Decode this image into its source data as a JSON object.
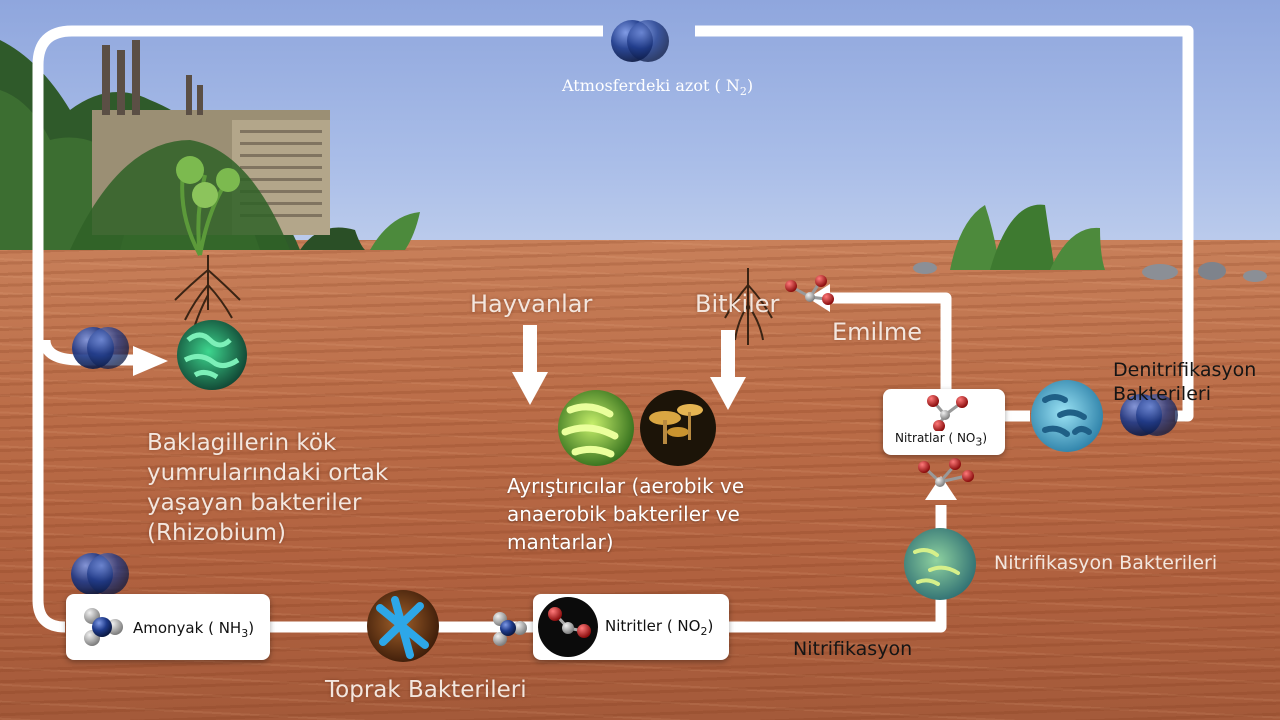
{
  "atmosphere": {
    "label": "Atmosferdeki azot ( N",
    "subscript": "2",
    "close": ")"
  },
  "rhizobium": {
    "label": "Baklagillerin kök yumrularındaki ortak yaşayan bakteriler (Rhizobium)"
  },
  "animals": {
    "label": "Hayvanlar"
  },
  "plants": {
    "label": "Bitkiler"
  },
  "absorption": {
    "label": "Emilme"
  },
  "decomposers": {
    "label": "Ayrıştırıcılar (aerobik ve anaerobik bakteriler ve mantarlar)"
  },
  "denitrification": {
    "label": "Denitrifikasyon Bakterileri"
  },
  "nitrates": {
    "label": "Nitratlar ( NO",
    "subscript": "3",
    "close": ")"
  },
  "nitrification_bacteria": {
    "label": "Nitrifikasyon Bakterileri"
  },
  "ammonia": {
    "label": "Amonyak ( NH",
    "subscript": "3",
    "close": ")"
  },
  "nitrites": {
    "label": "Nitritler ( NO",
    "subscript": "2",
    "close": ")"
  },
  "nitrification": {
    "label": "Nitrifikasyon"
  },
  "soil_bacteria": {
    "label": "Toprak Bakterileri"
  },
  "colors": {
    "flow_line": "#ffffff",
    "nitrogen_atom": "#1e3a8a",
    "oxygen_atom": "#cc1a1a",
    "sky": "#a9bde8",
    "soil": "#b8694a"
  }
}
